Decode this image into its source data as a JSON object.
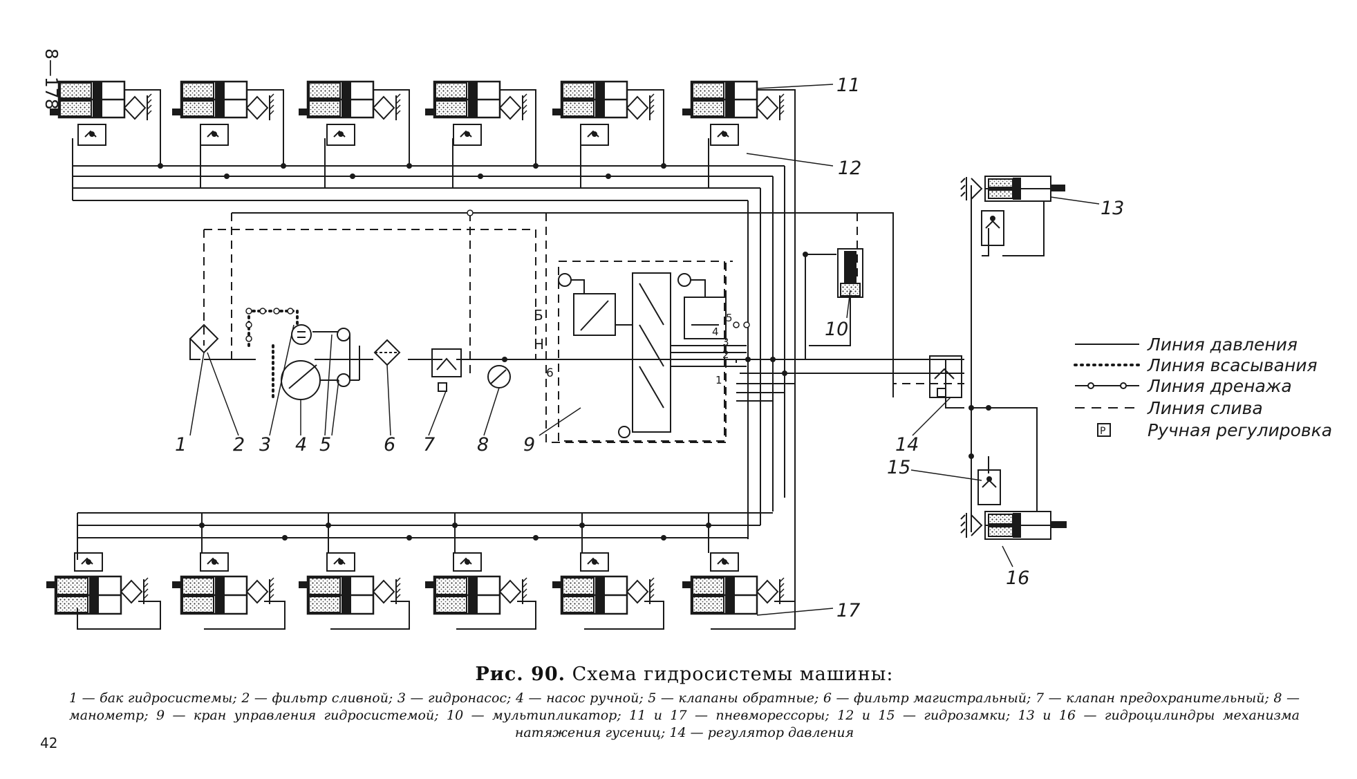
{
  "side_mark": "8—178",
  "page_mark": "42",
  "figure": {
    "title_prefix": "Рис. 90.",
    "title": "Схема гидросистемы машины:",
    "legend_text": "1 — бак гидросистемы; 2 — фильтр сливной; 3 — гидронасос; 4 — насос ручной; 5 — клапаны обратные; 6 — фильтр магистральный; 7 — клапан предохранительный; 8 — манометр; 9 — кран управления гидросистемой; 10 — мультипликатор; 11 и 17 — пневморессоры; 12 и 15 — гидрозамки; 13 и 16 — гидроцилиндры механизма натяжения гусениц; 14 — регулятор давления"
  },
  "line_legend": [
    {
      "label": "Линия давления",
      "style": "solid"
    },
    {
      "label": "Линия всасывания",
      "style": "dots"
    },
    {
      "label": "Линия дренажа",
      "style": "circles"
    },
    {
      "label": "Линия слива",
      "style": "dashed"
    },
    {
      "label": "Ручная регулировка",
      "style": "box",
      "symbol": "Р"
    }
  ],
  "callouts": {
    "n1": "1",
    "n2": "2",
    "n3": "3",
    "n4": "4",
    "n5": "5",
    "n6": "6",
    "n7": "7",
    "n8": "8",
    "n9": "9",
    "n10": "10",
    "n11": "11",
    "n12": "12",
    "n13": "13",
    "n14": "14",
    "n15": "15",
    "n16": "16",
    "n17": "17"
  },
  "valve_ports": {
    "b": "Б",
    "n": "Н",
    "p6": "6",
    "p5": "5",
    "p4": "4",
    "p3": "3",
    "p2": "2",
    "p1": "1"
  },
  "colors": {
    "ink": "#1a1a1a",
    "paper": "#ffffff"
  }
}
